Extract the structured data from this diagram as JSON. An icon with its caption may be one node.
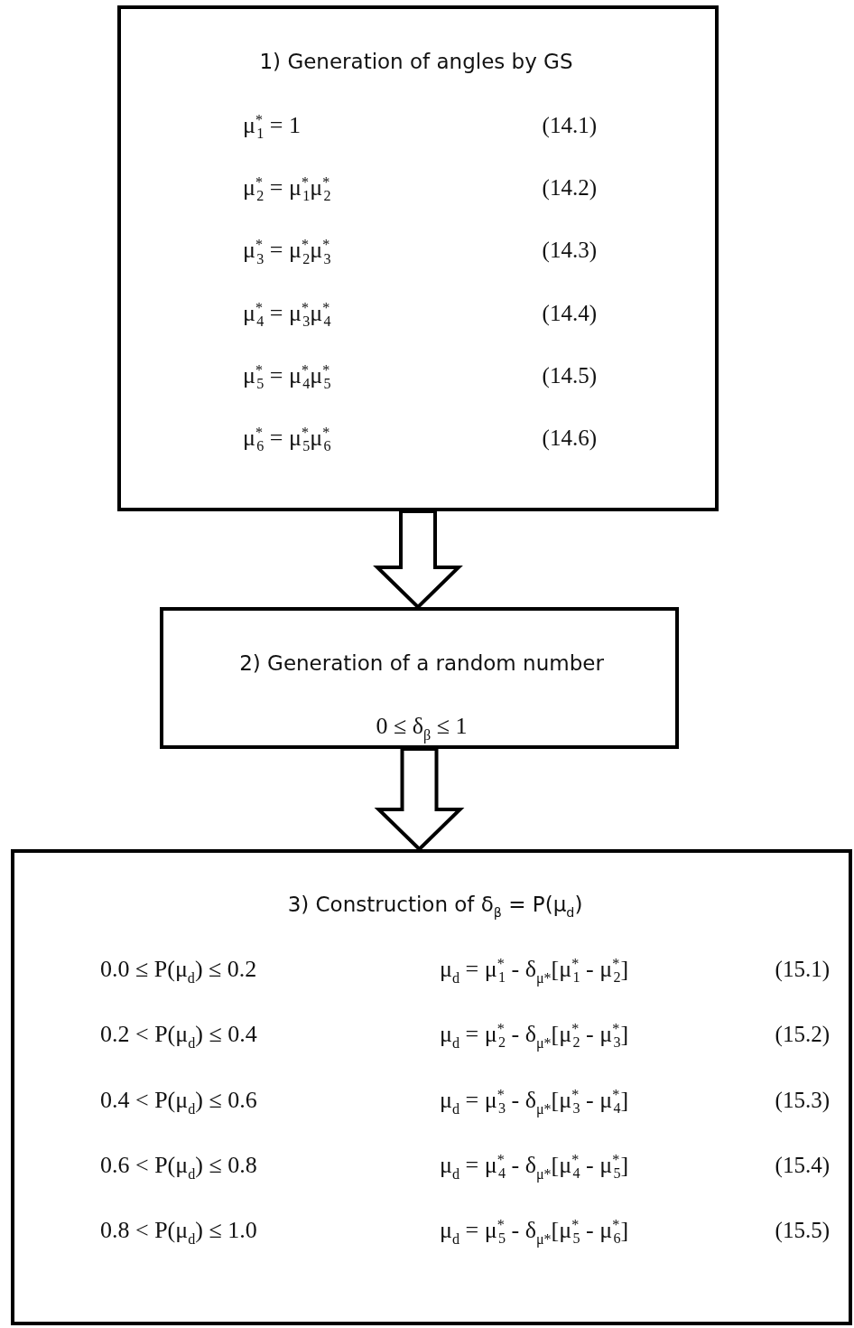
{
  "diagram": {
    "nodes": [
      {
        "text": [
          "1) Generation of angles by GS",
          "μ$^{*}$$_{1}$ = 1",
          "(14.1)",
          "μ$^{*}$$_{2}$ = μ$^{*}$$_{1}$μ$^{*}$$_{2}$",
          "(14.2)",
          "μ$^{*}$$_{3}$ = μ$^{*}$$_{2}$μ$^{*}$$_{3}$",
          "(14.3)",
          "μ$^{*}$$_{4}$ = μ$^{*}$$_{3}$μ$^{*}$$_{4}$",
          "(14.4)",
          "μ$^{*}$$_{5}$ = μ$^{*}$$_{4}$μ$^{*}$$_{5}$",
          "(14.5)",
          "μ$^{*}$$_{6}$ = μ$^{*}$$_{5}$μ$^{*}$$_{6}$",
          "(14.6)"
        ]
      },
      {
        "text": [
          "2) Generation of a random number",
          "0 ≤ δ$_{β}$ ≤ 1"
        ]
      },
      {
        "text": [
          "3) Construction of δ$_{β}$ = P(μ$_{d}$)",
          "0.0 ≤ P(μ$_{d}$) ≤ 0.2",
          "μ$_{d}$ = μ$^{*}$$_{1}$ - δ$_{μ*}$[μ$^{*}$$_{1}$ - μ$^{*}$$_{2}$]",
          "(15.1)",
          "0.2 < P(μ$_{d}$) ≤ 0.4",
          "μ$_{d}$ = μ$^{*}$$_{2}$ - δ$_{μ*}$[μ$^{*}$$_{2}$ - μ$^{*}$$_{3}$]",
          "(15.2)",
          "0.4 < P(μ$_{d}$) ≤ 0.6",
          "μ$_{d}$ = μ$^{*}$$_{3}$ - δ$_{μ*}$[μ$^{*}$$_{3}$ - μ$^{*}$$_{4}$]",
          "(15.3)",
          "0.6 < P(μ$_{d}$) ≤ 0.8",
          "μ$_{d}$ = μ$^{*}$$_{4}$ - δ$_{μ*}$[μ$^{*}$$_{4}$ - μ$^{*}$$_{5}$]",
          "(15.4)",
          "0.8 < P(μ$_{d}$) ≤ 1.0",
          "μ$_{d}$ = μ$^{*}$$_{5}$ - δ$_{μ*}$[μ$^{*}$$_{5}$ - μ$^{*}$$_{6}$]",
          "(15.5)"
        ]
      }
    ],
    "edges": [
      {
        "from": 0,
        "to": 1,
        "arrow": "to"
      },
      {
        "from": 1,
        "to": 2,
        "arrow": "to"
      }
    ]
  }
}
